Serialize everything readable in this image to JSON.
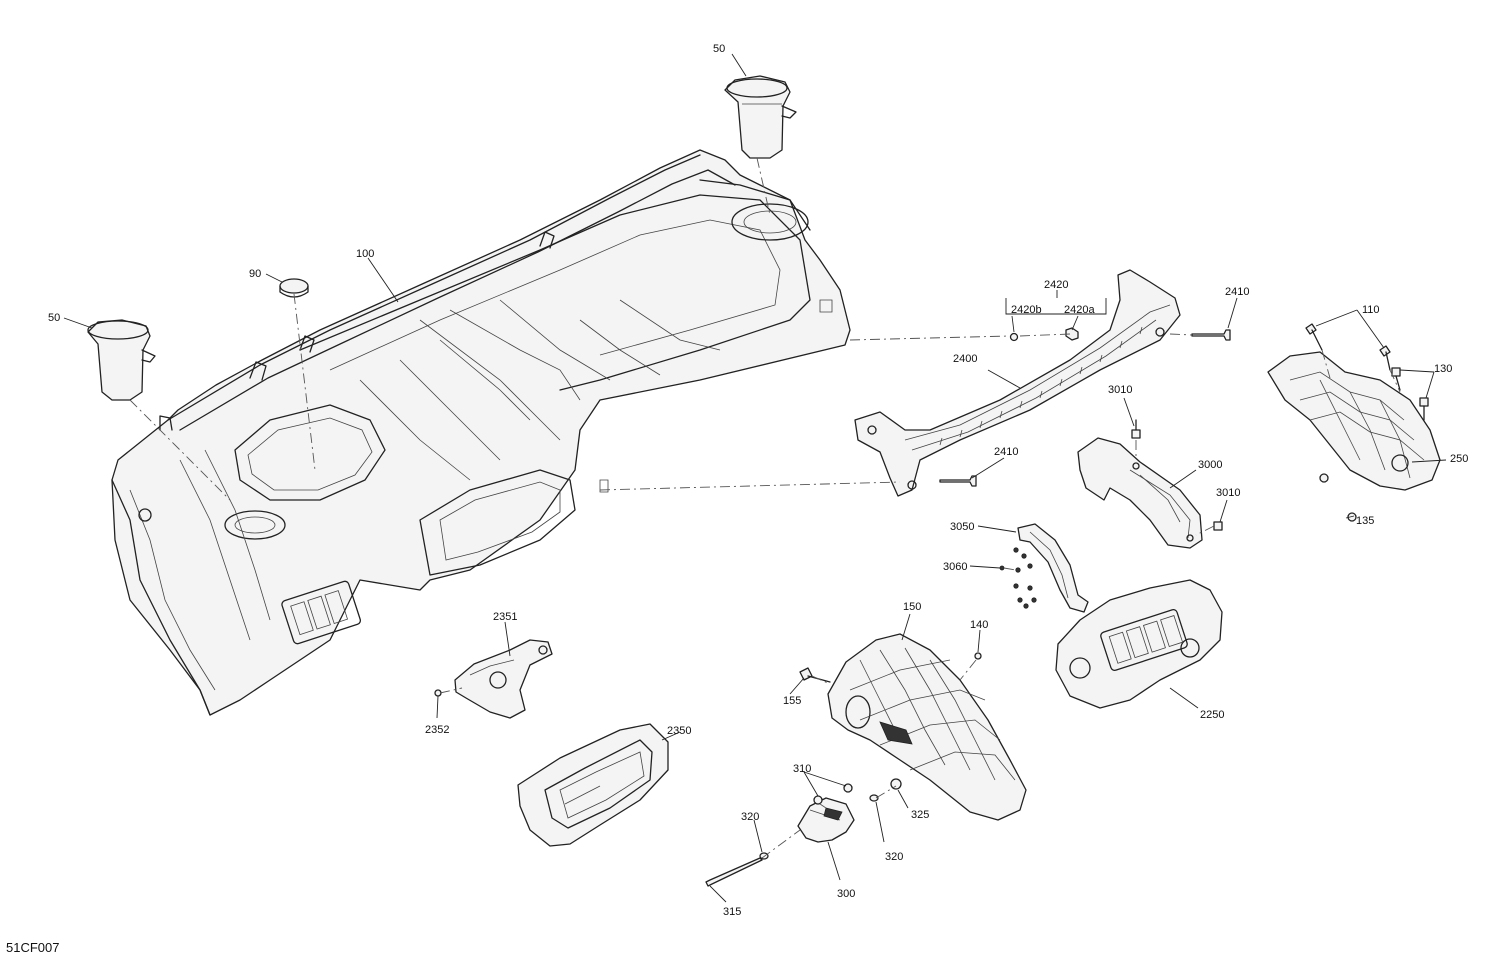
{
  "figure_id": "51CF007",
  "callouts": {
    "c50_top": "50",
    "c50_left": "50",
    "c90": "90",
    "c100": "100",
    "c2420": "2420",
    "c2420b": "2420b",
    "c2420a": "2420a",
    "c2410_top": "2410",
    "c2410_mid": "2410",
    "c2400": "2400",
    "c110": "110",
    "c130": "130",
    "c250": "250",
    "c135": "135",
    "c3010_top": "3010",
    "c3010_bottom": "3010",
    "c3000": "3000",
    "c3050": "3050",
    "c3060": "3060",
    "c2351": "2351",
    "c2352": "2352",
    "c2350": "2350",
    "c150": "150",
    "c140": "140",
    "c155": "155",
    "c2250": "2250",
    "c310": "310",
    "c320_left": "320",
    "c320_right": "320",
    "c325": "325",
    "c300": "300",
    "c315": "315"
  }
}
